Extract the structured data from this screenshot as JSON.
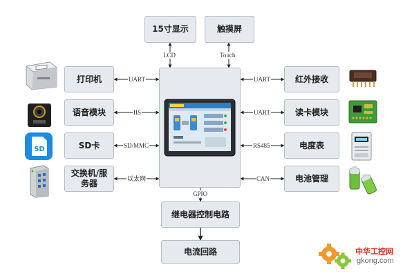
{
  "center": {},
  "top": {
    "display_label": "15寸显示",
    "touch_label": "触摸屏",
    "lcd_conn": "LCD",
    "touch_conn": "Touch"
  },
  "left": [
    {
      "label": "打印机",
      "conn": "UART"
    },
    {
      "label": "语音模块",
      "conn": "IIS"
    },
    {
      "label": "SD卡",
      "conn": "SD/MMC"
    },
    {
      "label": "交换机/服\n务器",
      "conn": "以太网"
    }
  ],
  "right": [
    {
      "label": "红外接收",
      "conn": "UART"
    },
    {
      "label": "读卡模块",
      "conn": "UART"
    },
    {
      "label": "电度表",
      "conn": "RS485"
    },
    {
      "label": "电池管理",
      "conn": "CAN"
    }
  ],
  "bottom": {
    "gpio_conn": "GPIO",
    "relay_label": "继电器控制电路",
    "current_label": "电流回路"
  },
  "icons": {
    "printer": "printer-icon",
    "speaker": "speaker-icon",
    "sdcard": "sd-card-icon",
    "switch": "network-switch-icon",
    "ir": "ir-receiver-icon",
    "card_reader": "card-reader-icon",
    "meter": "energy-meter-icon",
    "battery": "battery-icon"
  },
  "watermark": {
    "brand": "中华工控网",
    "domain": "gkong.com"
  },
  "colors": {
    "box_fill": "#e6e9ed",
    "box_border": "#b5bcc4",
    "arrow": "#222222",
    "watermark_red": "#e0281c",
    "gear_orange": "#f29a2e",
    "gear_green": "#8cc63f"
  }
}
